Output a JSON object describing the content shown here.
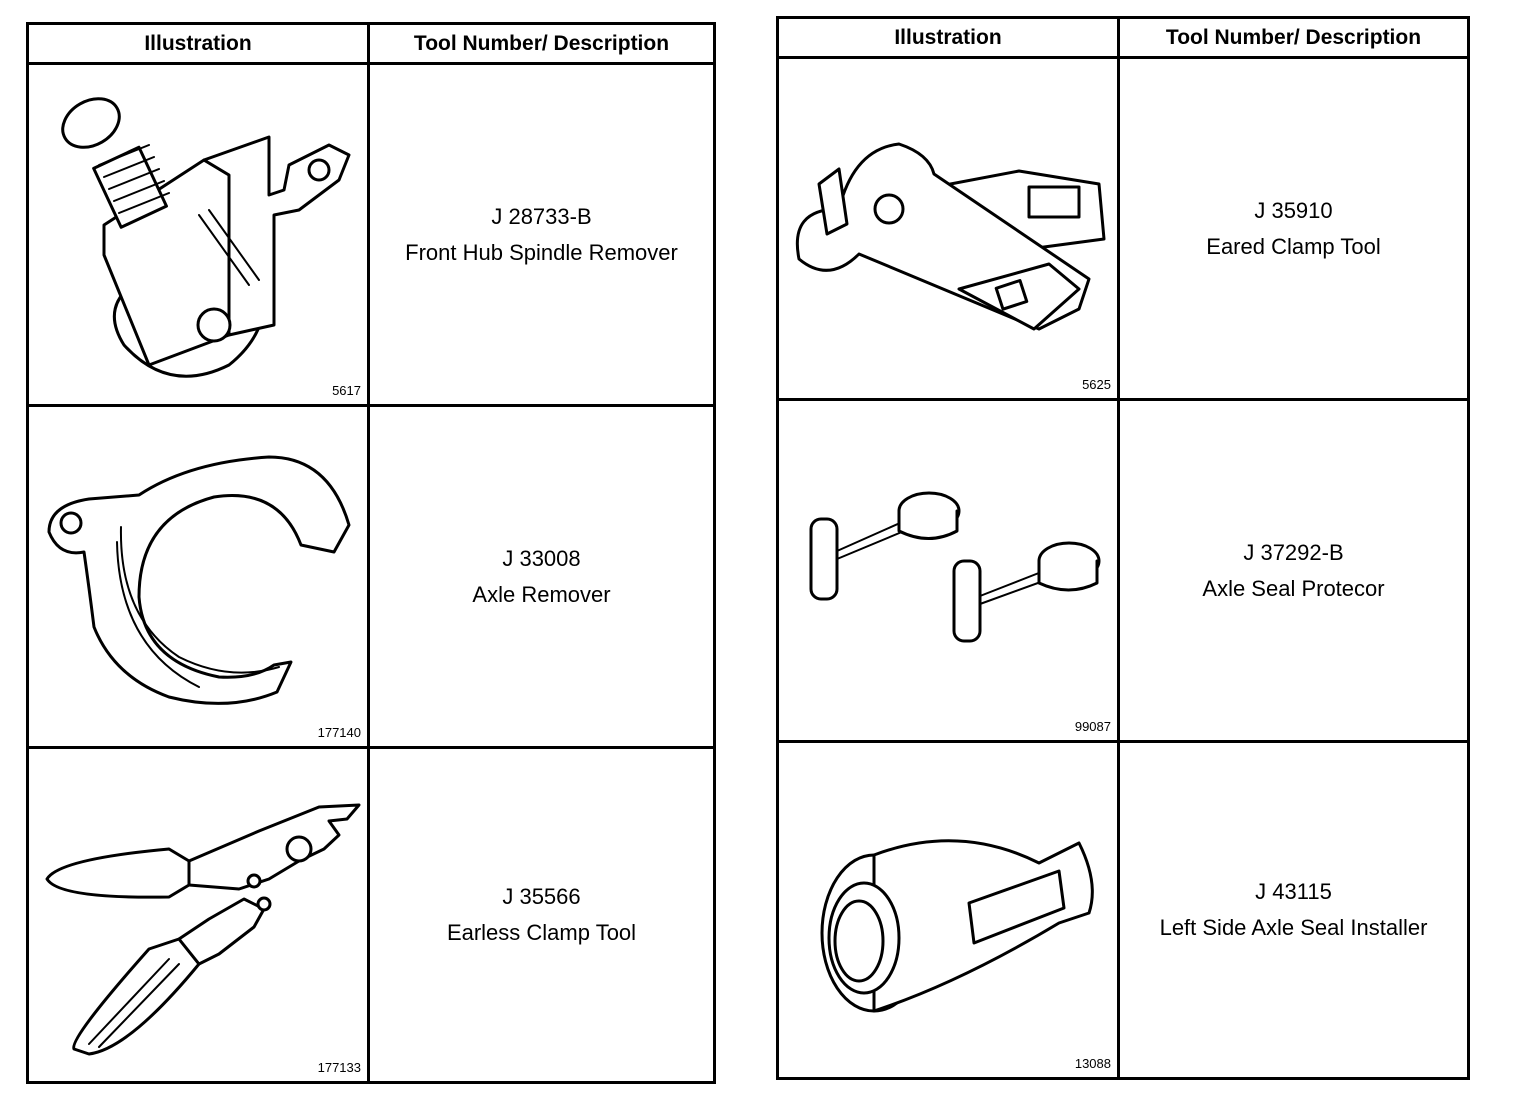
{
  "header": {
    "illustration": "Illustration",
    "tool": "Tool Number/ Description"
  },
  "left": [
    {
      "number": "J 28733-B",
      "description": "Front Hub Spindle Remover",
      "fig": "5617"
    },
    {
      "number": "J 33008",
      "description": "Axle Remover",
      "fig": "177140"
    },
    {
      "number": "J 35566",
      "description": "Earless Clamp Tool",
      "fig": "177133"
    }
  ],
  "right": [
    {
      "number": "J 35910",
      "description": "Eared Clamp Tool",
      "fig": "5625"
    },
    {
      "number": "J 37292-B",
      "description": "Axle Seal Protecor",
      "fig": "99087"
    },
    {
      "number": "J 43115",
      "description": "Left Side Axle Seal Installer",
      "fig": "13088"
    }
  ]
}
